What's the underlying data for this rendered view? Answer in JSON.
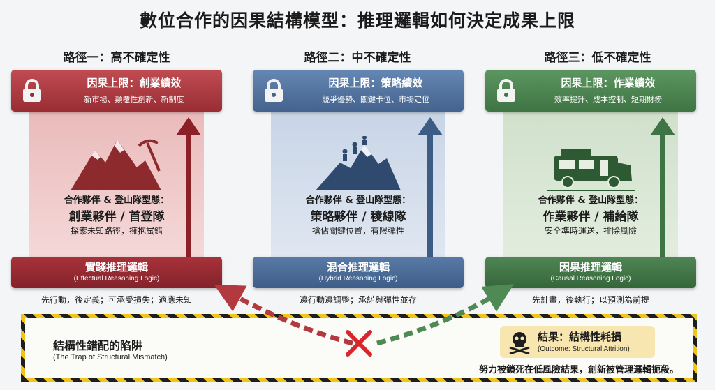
{
  "title": "數位合作的因果結構模型：推理邏輯如何決定成果上限",
  "columns": [
    {
      "path_title": "路徑一：高不確定性",
      "top_title": "因果上限：創業績效",
      "top_sub": "新市場、顛覆性創新、新制度",
      "label1": "合作夥伴 & 登山隊型態：",
      "label2": "創業夥伴 / 首登隊",
      "label3": "探索未知路徑，擁抱試錯",
      "bottom_title": "實踐推理邏輯",
      "bottom_sub": "(Effectual Reasoning Logic)",
      "caption": "先行動，後定義；可承受損失；適應未知",
      "icon": "mountain-pickaxe-icon"
    },
    {
      "path_title": "路徑二：中不確定性",
      "top_title": "因果上限：策略績效",
      "top_sub": "競爭優勢、關鍵卡位、市場定位",
      "label1": "合作夥伴 & 登山隊型態：",
      "label2": "策略夥伴 / 稜線隊",
      "label3": "搶佔關鍵位置，有限彈性",
      "bottom_title": "混合推理邏輯",
      "bottom_sub": "(Hybrid Reasoning Logic)",
      "caption": "邊行動邊調整；承諾與彈性並存",
      "icon": "climbers-mountain-icon"
    },
    {
      "path_title": "路徑三：低不確定性",
      "top_title": "因果上限：作業績效",
      "top_sub": "效率提升、成本控制、短期財務",
      "label1": "合作夥伴 & 登山隊型態：",
      "label2": "作業夥伴 / 補給隊",
      "label3": "安全準時運送，排除風險",
      "bottom_title": "因果推理邏輯",
      "bottom_sub": "(Causal Reasoning Logic)",
      "caption": "先計畫，後執行；以預測為前提",
      "icon": "supply-truck-icon"
    }
  ],
  "trap": {
    "title": "結構性錯配的陷阱",
    "subtitle": "(The Trap of Structural Mismatch)",
    "outcome_title": "結果：結構性耗損",
    "outcome_sub": "(Outcome: Structural Attrition)",
    "description": "努力被鎖死在低風險結果，創新被管理邏輯扼殺。"
  },
  "colors": {
    "red_beam": "#a9383e",
    "red_light": "#f3d4d4",
    "blue_beam": "#4d6f99",
    "blue_light": "#d8e1ed",
    "green_beam": "#4c8450",
    "green_light": "#dbe8d7",
    "hazard_yellow": "#f0c419",
    "outcome_bg": "#f7e6b0"
  }
}
